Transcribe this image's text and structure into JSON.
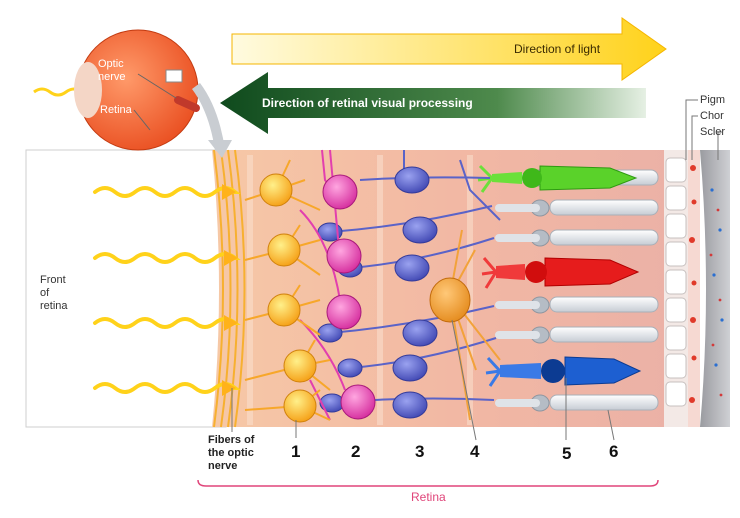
{
  "eye_inset": {
    "optic_nerve_label_line1": "Optic",
    "optic_nerve_label_line2": "nerve",
    "retina_label": "Retina"
  },
  "arrows": {
    "light": "Direction of light",
    "processing": "Direction of retinal visual processing"
  },
  "side_labels": {
    "front_line1": "Front",
    "front_line2": "of",
    "front_line3": "retina",
    "pigment": "Pigm",
    "choroid": "Chor",
    "sclera": "Scler"
  },
  "bottom_labels": {
    "fibers_line1": "Fibers of",
    "fibers_line2": "the optic",
    "fibers_line3": "nerve",
    "n1": "1",
    "n2": "2",
    "n3": "3",
    "n4": "4",
    "n5": "5",
    "n6": "6",
    "retina": "Retina"
  },
  "colors": {
    "light_arrow": "#ffd21a",
    "processing_arrow": "#1f5a2a",
    "ganglion": "#ffb020",
    "bipolar": "#e23fae",
    "horizontal_amacrine": "#5a63c8",
    "amacrine_big": "#f2a23a",
    "cone_green": "#5ad22a",
    "cone_red": "#e61c1c",
    "cone_blue": "#1d5fd1",
    "rod": "#d9dde3",
    "retina_bracket": "#e0457a"
  }
}
